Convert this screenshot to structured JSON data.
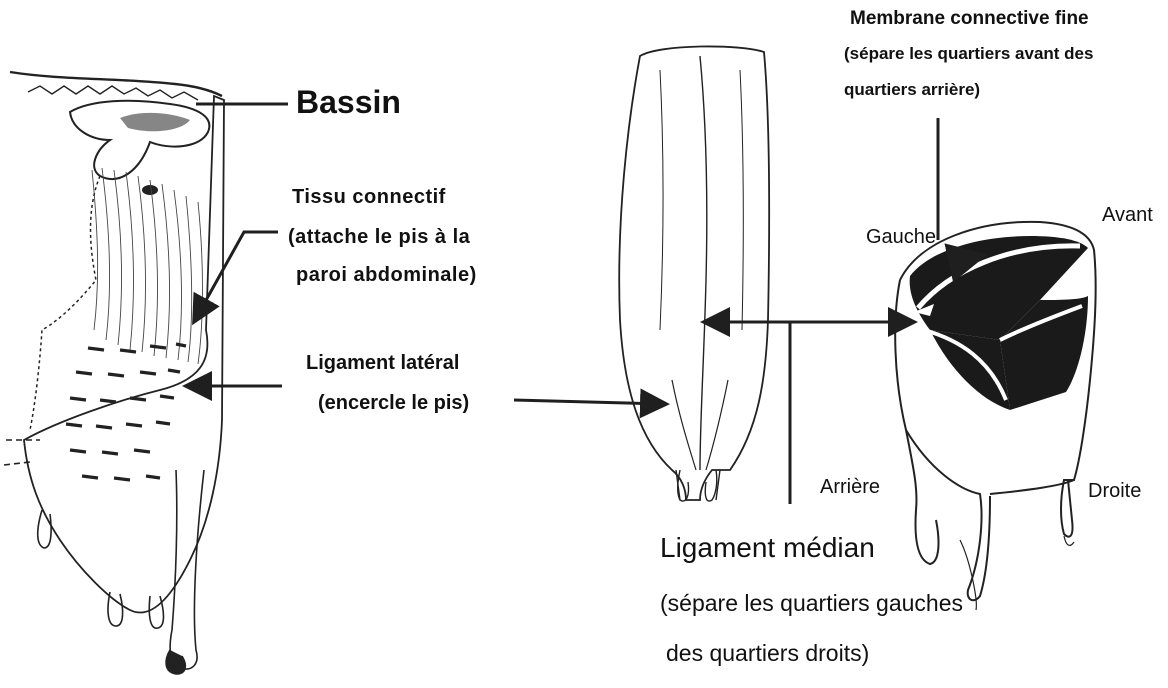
{
  "labels": {
    "bassin": "Bassin",
    "tissu_1": "Tissu connectif",
    "tissu_2": "(attache le pis à la",
    "tissu_3": "paroi abdominale)",
    "lateral_1": "Ligament latéral",
    "lateral_2": "(encercle le pis)",
    "membrane_1": "Membrane connective fine",
    "membrane_2": "(sépare les quartiers avant des",
    "membrane_3": "quartiers arrière)",
    "gauche": "Gauche",
    "avant": "Avant",
    "arriere": "Arrière",
    "droite": "Droite",
    "median_1": "Ligament médian",
    "median_2": "(sépare les quartiers gauches",
    "median_3": "des quartiers droits)"
  },
  "colors": {
    "ink": "#111111",
    "paper": "#ffffff",
    "shade": "#1a1a1a",
    "arrow": "#1f1f1f"
  },
  "figures": [
    "side-view-udder-drawing",
    "rear-view-udder-drawing",
    "udder-quarters-cutaway-drawing"
  ]
}
